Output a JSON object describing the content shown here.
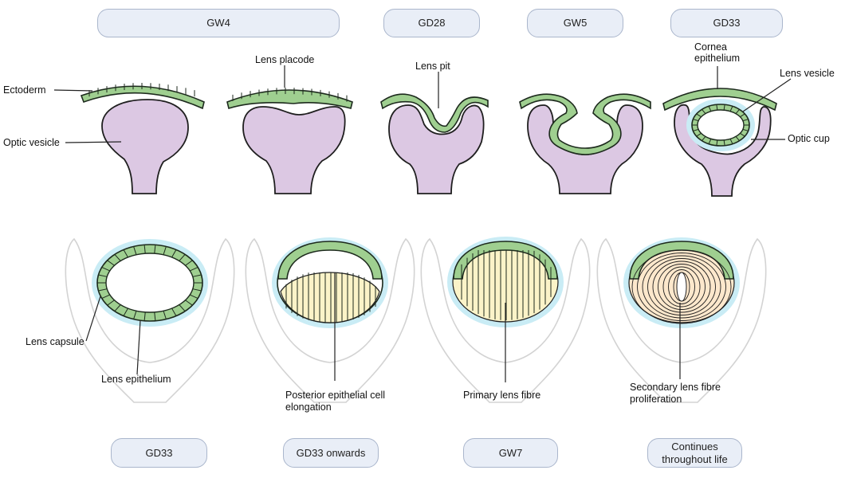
{
  "stages_top": [
    "GW4",
    "GD28",
    "GW5",
    "GD33"
  ],
  "stages_bottom": [
    "GD33",
    "GD33 onwards",
    "GW7",
    "Continues\nthroughout life"
  ],
  "labels": {
    "ectoderm": "Ectoderm",
    "optic_vesicle": "Optic vesicle",
    "lens_placode": "Lens placode",
    "lens_pit": "Lens pit",
    "cornea_epithelium": "Cornea\nepithelium",
    "lens_vesicle": "Lens vesicle",
    "optic_cup": "Optic cup",
    "lens_capsule": "Lens capsule",
    "lens_epithelium": "Lens epithelium",
    "posterior_elongation": "Posterior epithelial cell\nelongation",
    "primary_fibre": "Primary lens fibre",
    "secondary_fibre": "Secondary lens fibre\nproliferation"
  },
  "colors": {
    "ectoderm_fill": "#9fcf90",
    "vesicle_fill": "#dcc8e3",
    "fibre_fill": "#fbf3c8",
    "pill_fill": "#e9eef7",
    "pill_border": "#aab6cc"
  }
}
